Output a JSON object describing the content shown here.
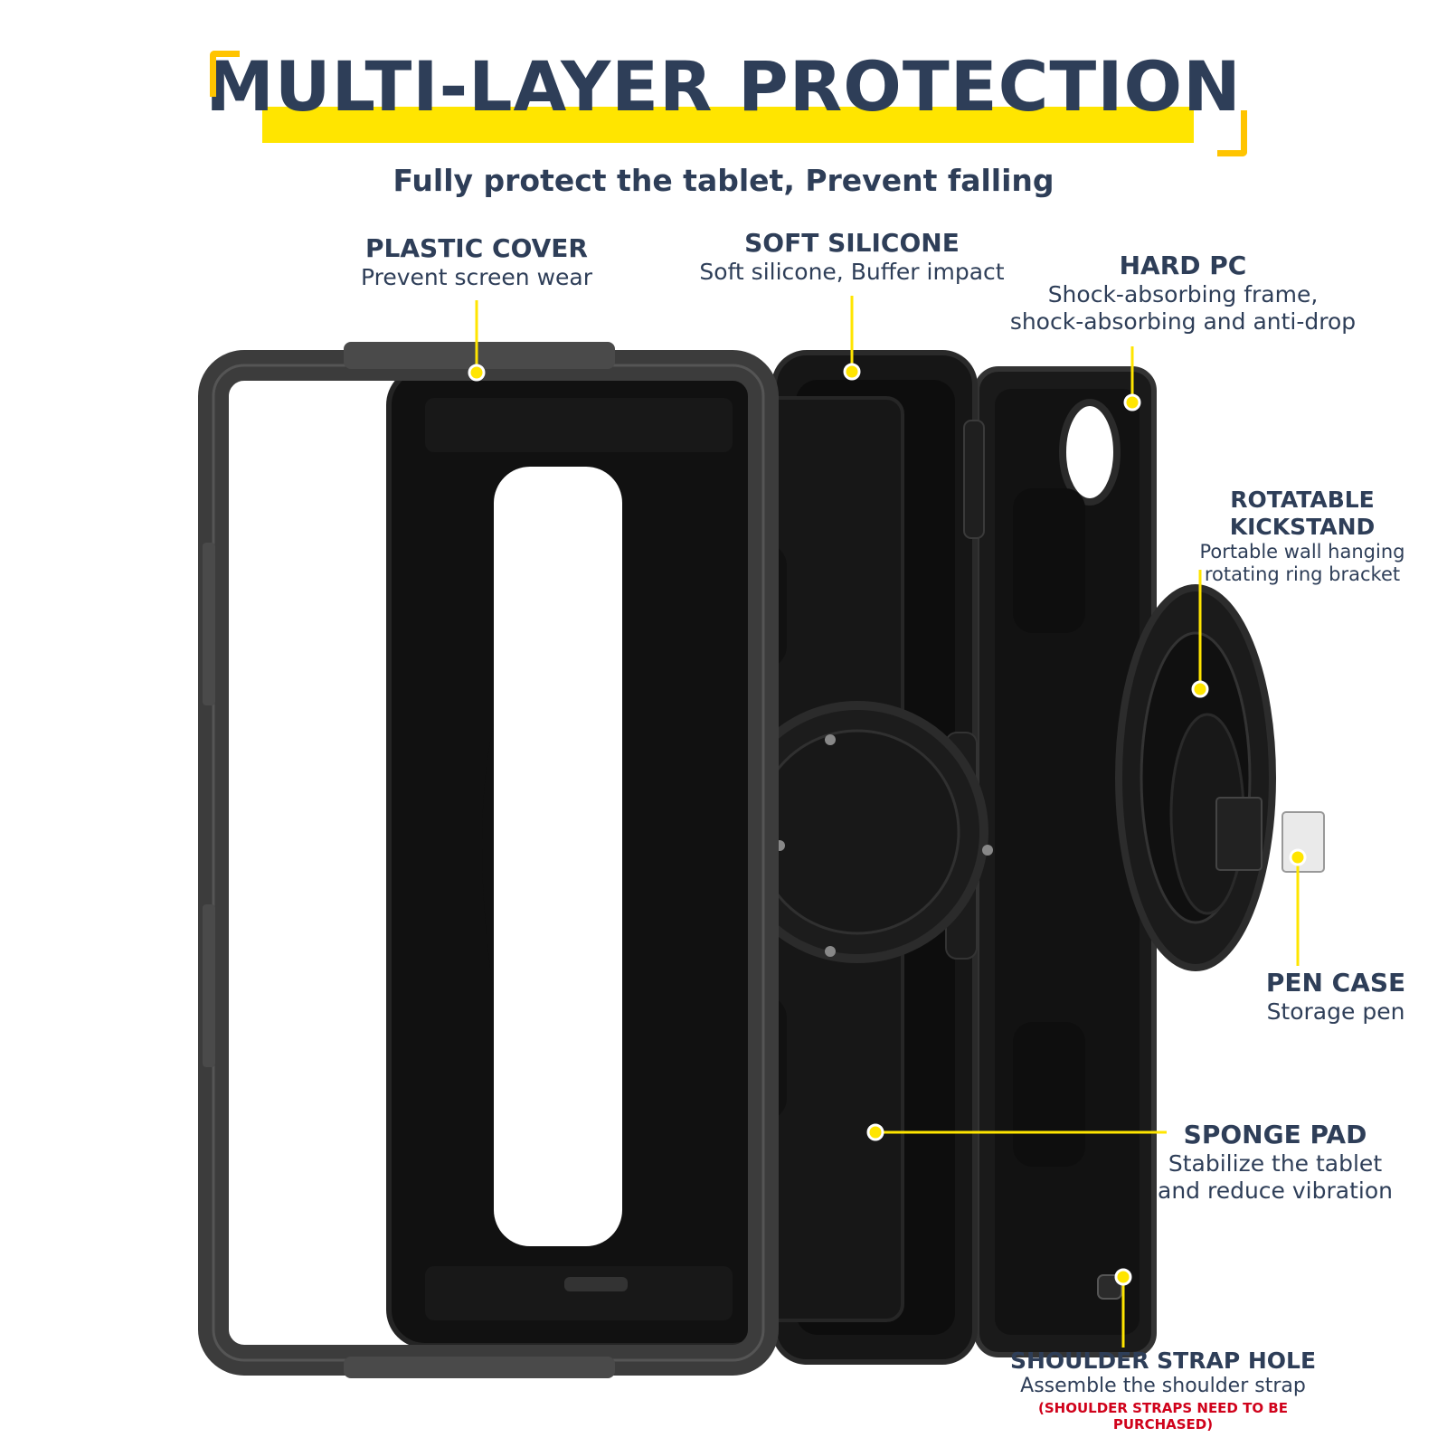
{
  "title": "MULTI-LAYER PROTECTION",
  "subtitle": "Fully protect the tablet, Prevent falling",
  "colors": {
    "heading": "#2e3e58",
    "accent_yellow": "#ffe500",
    "note_red": "#d0021b",
    "case_black": "#141414",
    "frame_gray": "#3a3a3a"
  },
  "callouts": {
    "plastic_cover": {
      "title": "PLASTIC COVER",
      "desc": "Prevent screen wear"
    },
    "soft_silicone": {
      "title": "SOFT SILICONE",
      "desc": "Soft silicone, Buffer impact"
    },
    "hard_pc": {
      "title": "HARD PC",
      "desc_1": "Shock-absorbing frame,",
      "desc_2": "shock-absorbing and anti-drop"
    },
    "kickstand": {
      "title": "ROTATABLE KICKSTAND",
      "desc_1": "Portable wall hanging",
      "desc_2": "rotating ring bracket"
    },
    "pen_case": {
      "title": "PEN CASE",
      "desc": "Storage pen"
    },
    "sponge_pad": {
      "title": "SPONGE PAD",
      "desc_1": "Stabilize the tablet",
      "desc_2": "and reduce vibration"
    },
    "strap_hole": {
      "title": "SHOULDER STRAP HOLE",
      "desc": "Assemble the shoulder strap",
      "note": "(SHOULDER STRAPS NEED TO BE PURCHASED)"
    }
  }
}
